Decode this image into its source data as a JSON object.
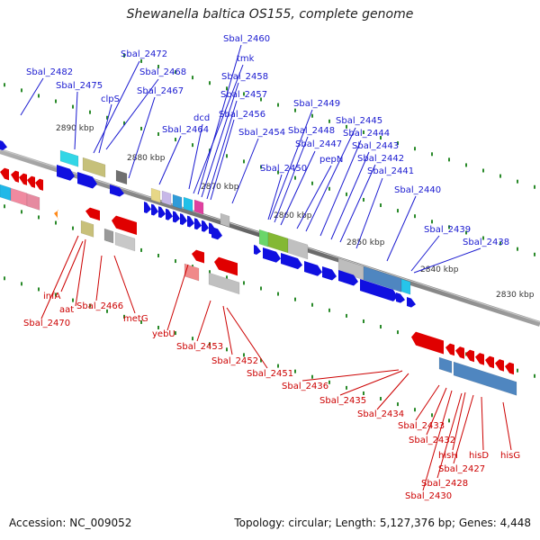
{
  "title": "Shewanella baltica OS155, complete genome",
  "footer": {
    "accession": "Accession: NC_009052",
    "topology": "Topology: circular; Length: 5,127,376 bp; Genes: 4,448"
  },
  "scale_labels": [
    "2890 kbp",
    "2880 kbp",
    "2870 kbp",
    "2860 kbp",
    "2850 kbp",
    "2840 kbp",
    "2830 kbp"
  ],
  "colors": {
    "plus_label": "#1a1ad0",
    "minus_label": "#cc0000",
    "plus_arrow": "#1010e0",
    "minus_arrow": "#e00000",
    "backbone": "#808080",
    "tick": "#2a8a2a"
  },
  "genes_plus": [
    "Sbal_2482",
    "Sbal_2475",
    "Sbal_2472",
    "Sbal_2468",
    "clpS",
    "Sbal_2467",
    "dcd",
    "Sbal_2464",
    "Sbal_2460",
    "tmk",
    "Sbal_2458",
    "Sbal_2457",
    "Sbal_2456",
    "Sbal_2454",
    "Sbal_2449",
    "Sbal_2448",
    "Sbal_2447",
    "Sbal_2450",
    "pepN",
    "Sbal_2445",
    "Sbal_2444",
    "Sbal_2443",
    "Sbal_2442",
    "Sbal_2441",
    "Sbal_2440",
    "Sbal_2439",
    "Sbal_2438"
  ],
  "genes_minus": [
    "infA",
    "aat",
    "Sbal_2470",
    "Sbal_2466",
    "metG",
    "yebU",
    "Sbal_2453",
    "Sbal_2452",
    "Sbal_2451",
    "Sbal_2436",
    "Sbal_2435",
    "Sbal_2434",
    "Sbal_2433",
    "Sbal_2432",
    "hisH",
    "hisD",
    "hisG",
    "Sbal_2427",
    "Sbal_2428",
    "Sbal_2430"
  ]
}
